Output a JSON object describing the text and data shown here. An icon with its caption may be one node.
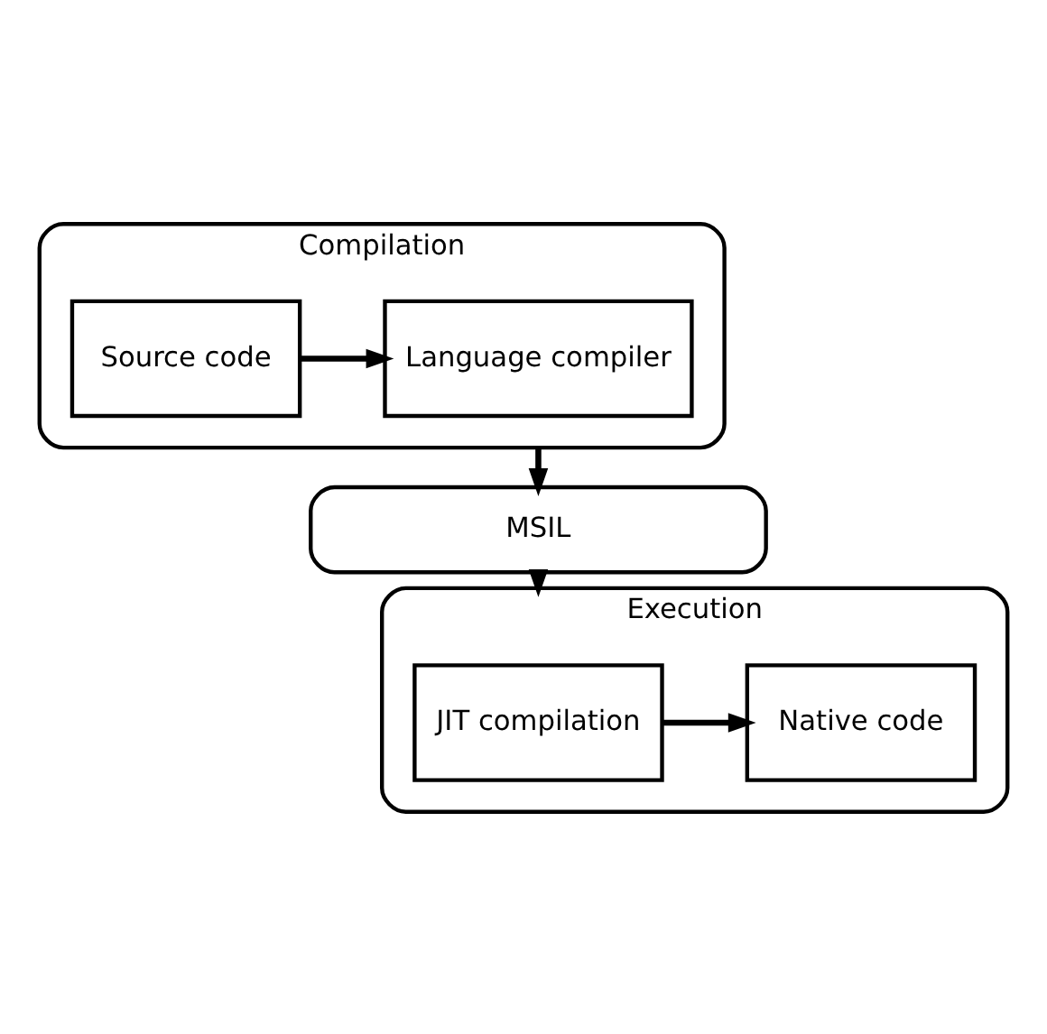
{
  "diagram": {
    "nodes": [
      {
        "text": [
          "Compilation"
        ]
      },
      {
        "text": [
          "Source code"
        ],
        "in": 0
      },
      {
        "text": [
          "Language compiler"
        ],
        "in": 0
      },
      {
        "text": [
          "MSIL"
        ]
      },
      {
        "text": [
          "Execution"
        ]
      },
      {
        "text": [
          "JIT compilation"
        ],
        "in": 4
      },
      {
        "text": [
          "Native code"
        ],
        "in": 4
      }
    ],
    "edges": [
      {
        "from": 1,
        "to": 2,
        "arrow": "to"
      },
      {
        "from": 0,
        "to": 3,
        "arrow": "to"
      },
      {
        "from": 3,
        "to": 4,
        "arrow": "to"
      },
      {
        "from": 5,
        "to": 6,
        "arrow": "to"
      }
    ]
  }
}
